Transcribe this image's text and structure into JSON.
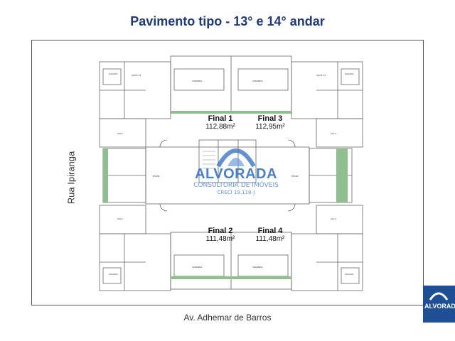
{
  "title": "Pavimento tipo - 13° e 14° andar",
  "street_left": "Rua Ipiranga",
  "street_bottom": "Av. Adhemar de Barros",
  "units": [
    {
      "name": "Final 1",
      "area": "112,88m²"
    },
    {
      "name": "Final 3",
      "area": "112,95m²"
    },
    {
      "name": "Final 2",
      "area": "111,48m²"
    },
    {
      "name": "Final 4",
      "area": "111,48m²"
    }
  ],
  "watermark": {
    "brand": "ALVORADA",
    "subtitle": "CONSULTORIA DE IMÓVEIS",
    "creci": "CRECI 19.118-J"
  },
  "corner_logo": {
    "brand": "ALVORAD"
  },
  "colors": {
    "title": "#1f3a78",
    "garden": "#8fbf8f",
    "logo_blue": "#1e4e93",
    "wall": "#666666"
  }
}
